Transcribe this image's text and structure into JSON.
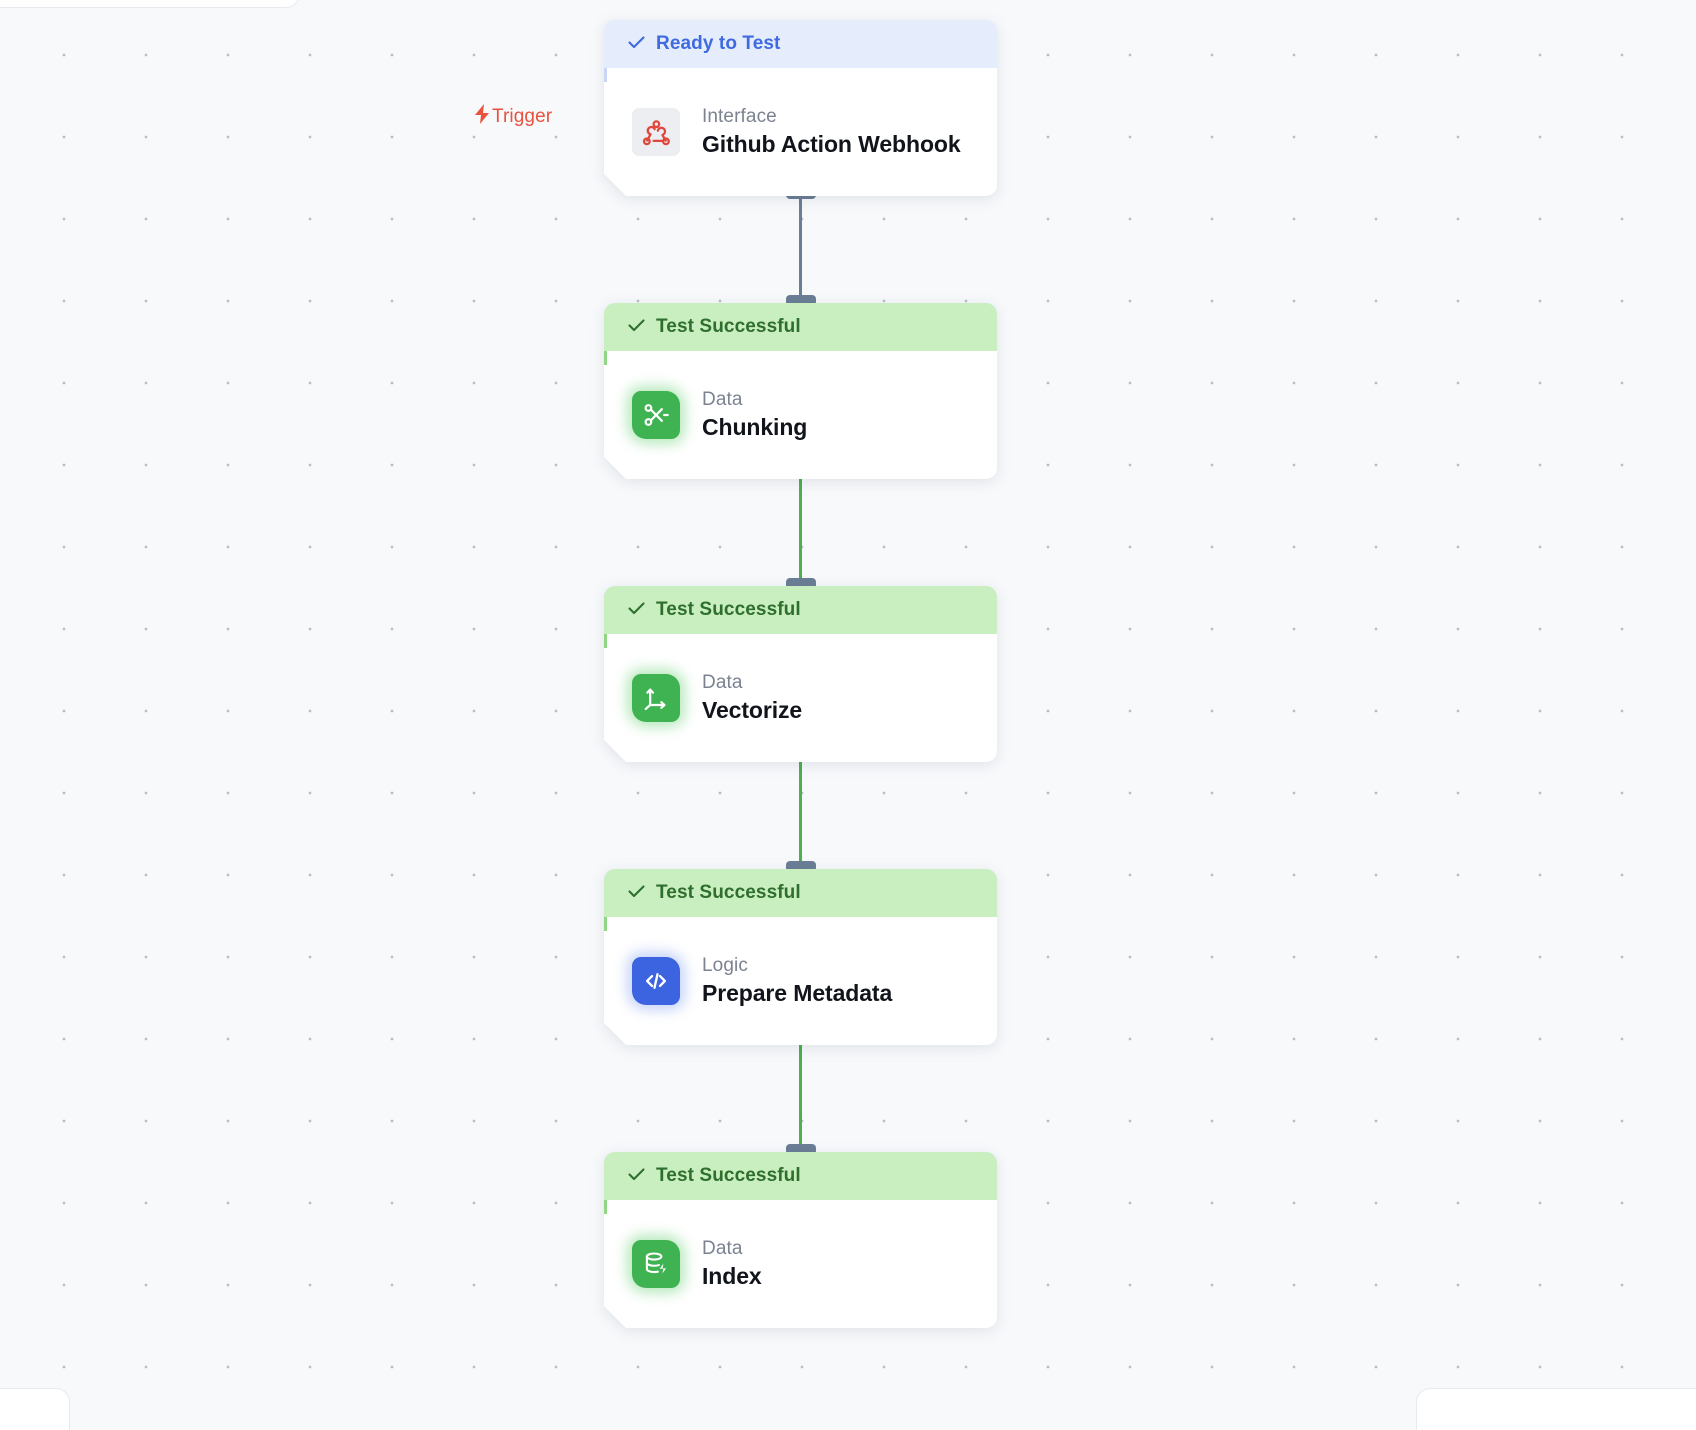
{
  "canvas": {
    "trigger_label": "Trigger",
    "trigger_icon": "lightning-bolt-icon",
    "accent_trigger": "#e8523f",
    "accent_ready": "#3f6ae0",
    "accent_success": "#2f6f2e",
    "edge_default_color": "#6b7e96",
    "edge_success_color": "#4caf50",
    "background_color": "#f7f9fb"
  },
  "nodes": [
    {
      "status": "Ready to Test",
      "status_state": "ready",
      "status_icon": "check-icon",
      "kind": "Interface",
      "title": "Github Action Webhook",
      "icon": "webhook-icon",
      "icon_style": "plain"
    },
    {
      "status": "Test Successful",
      "status_state": "success",
      "status_icon": "check-icon",
      "kind": "Data",
      "title": "Chunking",
      "icon": "scissors-icon",
      "icon_style": "green"
    },
    {
      "status": "Test Successful",
      "status_state": "success",
      "status_icon": "check-icon",
      "kind": "Data",
      "title": "Vectorize",
      "icon": "axes-3d-icon",
      "icon_style": "green"
    },
    {
      "status": "Test Successful",
      "status_state": "success",
      "status_icon": "check-icon",
      "kind": "Logic",
      "title": "Prepare Metadata",
      "icon": "code-brackets-icon",
      "icon_style": "blue"
    },
    {
      "status": "Test Successful",
      "status_state": "success",
      "status_icon": "check-icon",
      "kind": "Data",
      "title": "Index",
      "icon": "database-bolt-icon",
      "icon_style": "green"
    }
  ]
}
